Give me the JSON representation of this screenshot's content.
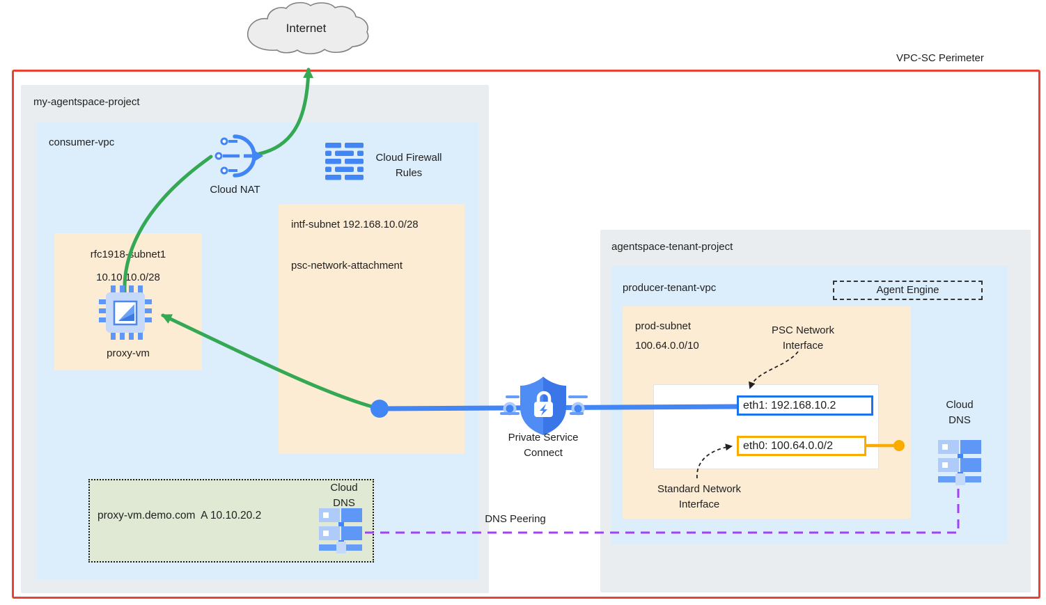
{
  "perimeter": {
    "label": "VPC-SC Perimeter"
  },
  "internet": {
    "label": "Internet"
  },
  "left_project": {
    "name": "my-agentspace-project",
    "vpc": "consumer-vpc",
    "cloud_nat_label": "Cloud NAT",
    "firewall_label": "Cloud Firewall Rules",
    "intf_subnet_label": "intf-subnet 192.168.10.0/28",
    "psc_attachment_label": "psc-network-attachment",
    "rfc_subnet_name": "rfc1918-subnet1",
    "rfc_subnet_cidr": "10.10.10.0/28",
    "proxy_vm_label": "proxy-vm",
    "dns_record": "proxy-vm.demo.com  A 10.10.20.2",
    "dns_label": "Cloud DNS"
  },
  "psc_label": "Private Service Connect",
  "right_project": {
    "name": "agentspace-tenant-project",
    "vpc": "producer-tenant-vpc",
    "agent_engine_label": "Agent Engine",
    "prod_subnet_name": "prod-subnet",
    "prod_subnet_cidr": "100.64.0.0/10",
    "psc_nic_label": "PSC Network Interface",
    "eth1_label": "eth1: 192.168.10.2",
    "eth0_label": "eth0: 100.64.0.0/2",
    "std_nic_label": "Standard Network Interface",
    "dns_label": "Cloud DNS"
  },
  "dns_peering_label": "DNS Peering",
  "colors": {
    "perimeter_red": "#ea4335",
    "project_gray": "#eaedf0",
    "vpc_blue": "#dcedfb",
    "subnet_peach": "#fdecd4",
    "dns_zone_green": "#dfe9d3",
    "flow_green": "#34a853",
    "flow_blue": "#4285f4",
    "eth1_border_blue": "#1a73e8",
    "eth0_border_yellow": "#f9ab00",
    "dns_peering_purple": "#a142f4"
  }
}
